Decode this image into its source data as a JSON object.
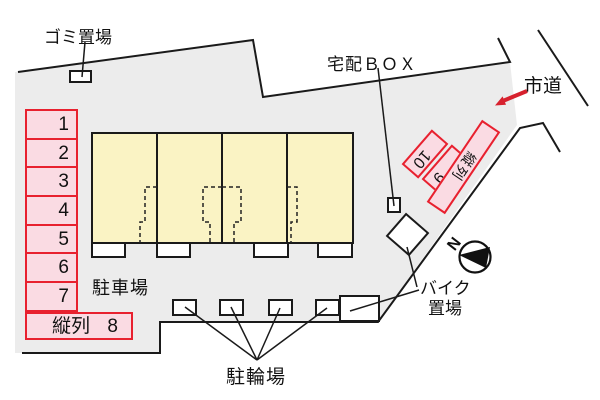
{
  "labels": {
    "garbage": "ゴミ置場",
    "delivery_box": "宅配ＢＯＸ",
    "city_road": "市道",
    "car_parking": "駐車場",
    "bicycle_parking": "駐輪場",
    "bike_area_line1": "バイク",
    "bike_area_line2": "置場",
    "compass_north": "N"
  },
  "parking": {
    "stall_numbers": [
      "1",
      "2",
      "3",
      "4",
      "5",
      "6",
      "7"
    ],
    "tandem_row": {
      "label": "縦列",
      "number": "8"
    },
    "rotated": {
      "stall_10": "10",
      "stall_9": "9",
      "tandem_label": "縦列"
    }
  },
  "colors": {
    "site_gray": "#ECECEC",
    "building_yellow": "#FAF3C4",
    "stall_pink": "#FADBE3",
    "stall_border_red": "#E8212F",
    "arrow_red": "#D7212E",
    "line_black": "#1A1A1A"
  }
}
